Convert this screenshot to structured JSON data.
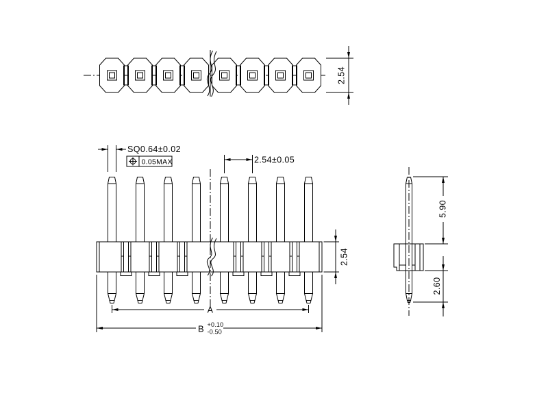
{
  "drawing": {
    "pin_count": 8,
    "colors": {
      "line": "#000000",
      "background": "#ffffff"
    },
    "labels": {
      "pin_square": "SQ0.64±0.02",
      "position_tol": "0.05MAX",
      "pitch": "2.54±0.05",
      "body_height": "2.54",
      "row_width": "2.54",
      "dim_a": "A",
      "dim_b": "B",
      "b_tol_plus": "+0.10",
      "b_tol_minus": "-0.50",
      "pin_length_above": "5.90",
      "pin_length_below": "2.60"
    }
  }
}
